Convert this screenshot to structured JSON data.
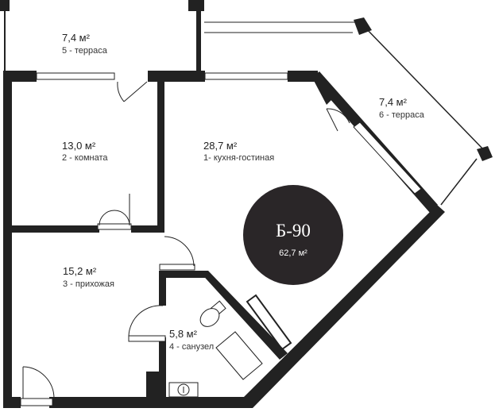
{
  "unit": {
    "code": "Б-90",
    "total_area": "62,7 м²"
  },
  "rooms": [
    {
      "area": "7,4 м²",
      "name": "5 - терраса"
    },
    {
      "area": "13,0 м²",
      "name": "2 - комната"
    },
    {
      "area": "28,7 м²",
      "name": "1- кухня-гостиная"
    },
    {
      "area": "7,4 м²",
      "name": "6 - терраса"
    },
    {
      "area": "15,2 м²",
      "name": "3 - прихожая"
    },
    {
      "area": "5,8 м²",
      "name": "4 - санузел"
    }
  ]
}
